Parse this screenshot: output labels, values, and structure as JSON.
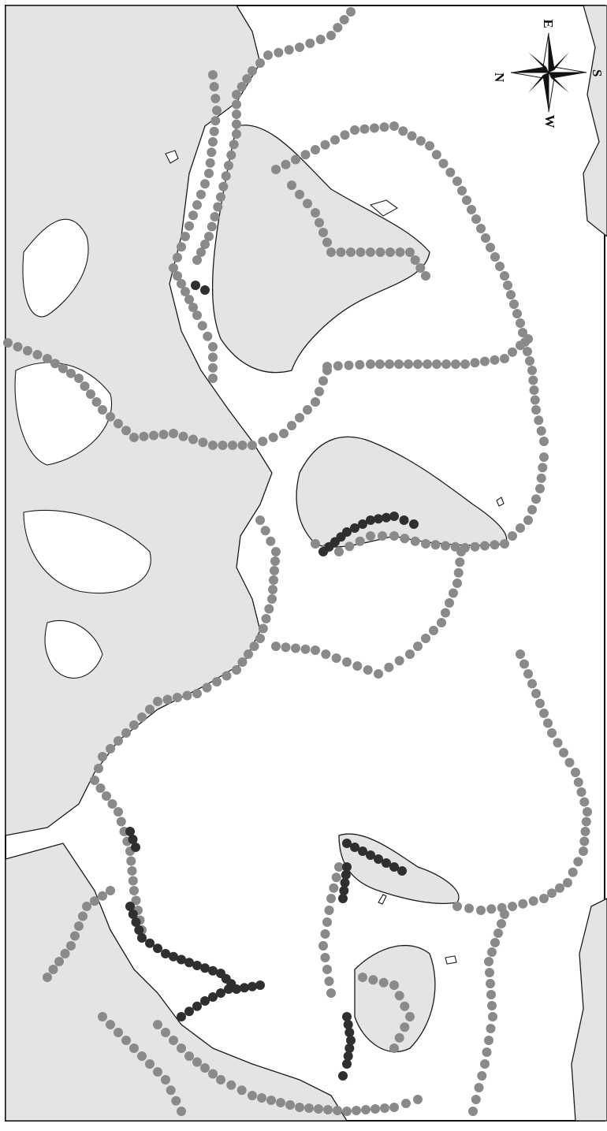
{
  "compass": {
    "north": "N",
    "east": "E",
    "south": "S",
    "west": "W"
  },
  "colors": {
    "land": "#e4e4e4",
    "sea": "#ffffff",
    "coastline": "#1a1a1a",
    "point_light": "#8a8a8a",
    "point_dark": "#2f2f2f"
  },
  "icons": {
    "compass_rose": "compass-rose-icon"
  }
}
